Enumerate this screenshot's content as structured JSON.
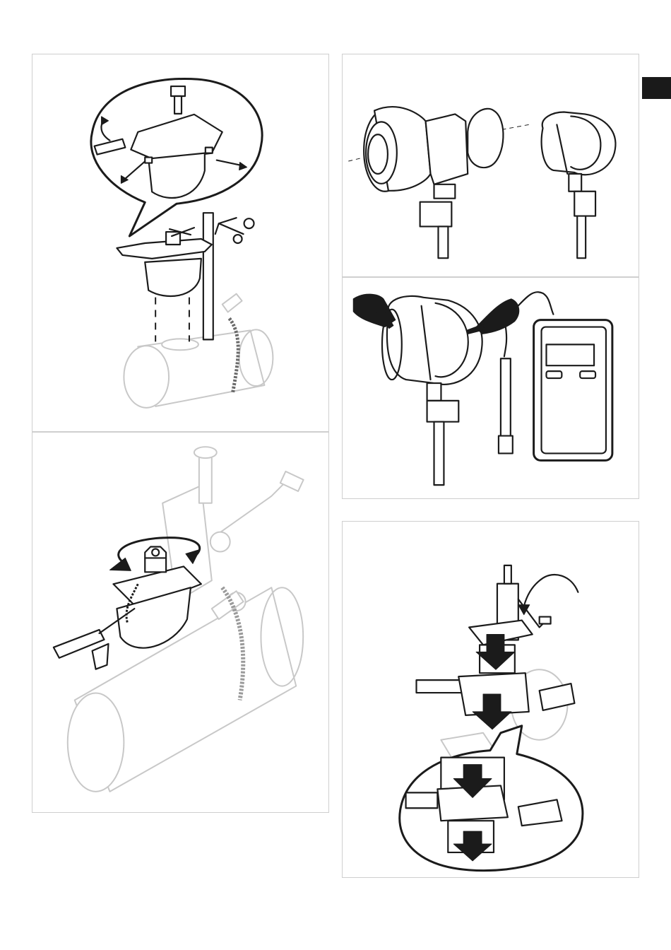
{
  "page": {
    "background": "#ffffff",
    "panel_border": "#cfcfcf",
    "ink": "#1b1b1b",
    "ghost": "#c8c8c8"
  },
  "side_tab": {
    "color": "#1a1a1a"
  },
  "figures": [
    {
      "id": "fig-1",
      "depicts": "cutter-mount-zoom-adjust"
    },
    {
      "id": "fig-2",
      "depicts": "knob-rotate-tighten"
    },
    {
      "id": "fig-3",
      "depicts": "heating-element-assembly"
    },
    {
      "id": "fig-4",
      "depicts": "press-buttons-temperature-meter"
    },
    {
      "id": "fig-5",
      "depicts": "lower-heating-element-arrows"
    }
  ]
}
